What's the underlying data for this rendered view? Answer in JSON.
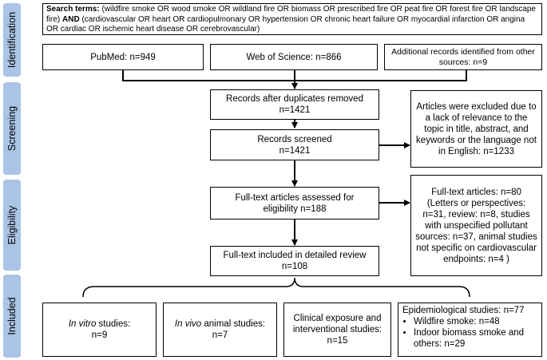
{
  "stages": {
    "identification": "Identification",
    "screening": "Screening",
    "eligibility": "Eligibility",
    "included": "Included"
  },
  "search": {
    "label": "Search terms:",
    "part1": " (wildfire smoke OR wood smoke OR wildland fire OR biomass OR prescribed fire OR peat fire OR forest fire OR landscape fire) ",
    "and": "AND",
    "part2": " (cardiovascular OR heart OR cardiopulmonary OR hypertension OR chronic heart failure OR myocardial infarction OR angina OR cardiac OR ischemic heart disease OR cerebrovascular)"
  },
  "sources": {
    "pubmed": "PubMed: n=949",
    "wos": "Web of Science: n=866",
    "additional": "Additional records identified from other sources: n=9"
  },
  "screening": {
    "after_duplicates": "Records after duplicates removed",
    "after_duplicates_n": "n=1421",
    "screened": "Records screened",
    "screened_n": "n=1421",
    "excluded": "Articles were excluded due to a lack of relevance to the topic in title, abstract, and keywords or the language not in English: n=1233"
  },
  "eligibility": {
    "assessed": "Full-text articles assessed for eligibility n=188",
    "excluded": "Full-text articles: n=80 (Letters or perspectives: n=31, review: n=8, studies with unspecified pollutant sources: n=37, animal studies not specific on cardiovascular endpoints: n=4 )"
  },
  "included": {
    "detailed": "Full-text included in detailed review n=108",
    "in_vitro_italic": "In vitro",
    "in_vitro_rest": " studies:",
    "in_vitro_n": "n=9",
    "in_vivo_italic": "In vivo",
    "in_vivo_rest": " animal studies:",
    "in_vivo_n": "n=7",
    "clinical": "Clinical exposure and interventional studies: n=15",
    "epi_title": "Epidemiological studies: n=77",
    "epi_items": [
      "Wildfire smoke: n=48",
      "Indoor biomass smoke and others: n=29"
    ]
  }
}
